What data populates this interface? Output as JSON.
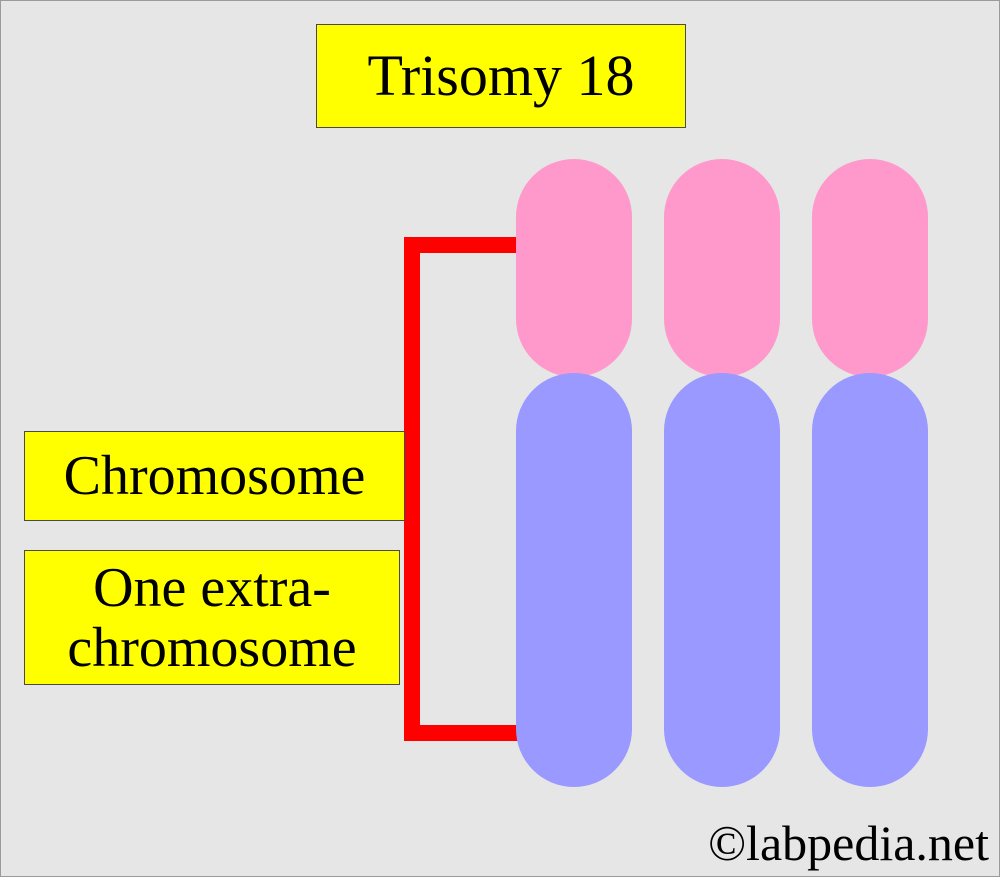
{
  "diagram": {
    "title": "Trisomy 18",
    "label_chromosome": "Chromosome",
    "label_extra_line1": "One extra-",
    "label_extra_line2": "chromosome",
    "watermark": "©labpedia.net",
    "chromosome_count": 3,
    "colors": {
      "background": "#e6e6e6",
      "label_fill": "#ffff00",
      "p_arm": "#ff99cc",
      "q_arm": "#9999ff",
      "bracket": "#ff0000"
    }
  }
}
